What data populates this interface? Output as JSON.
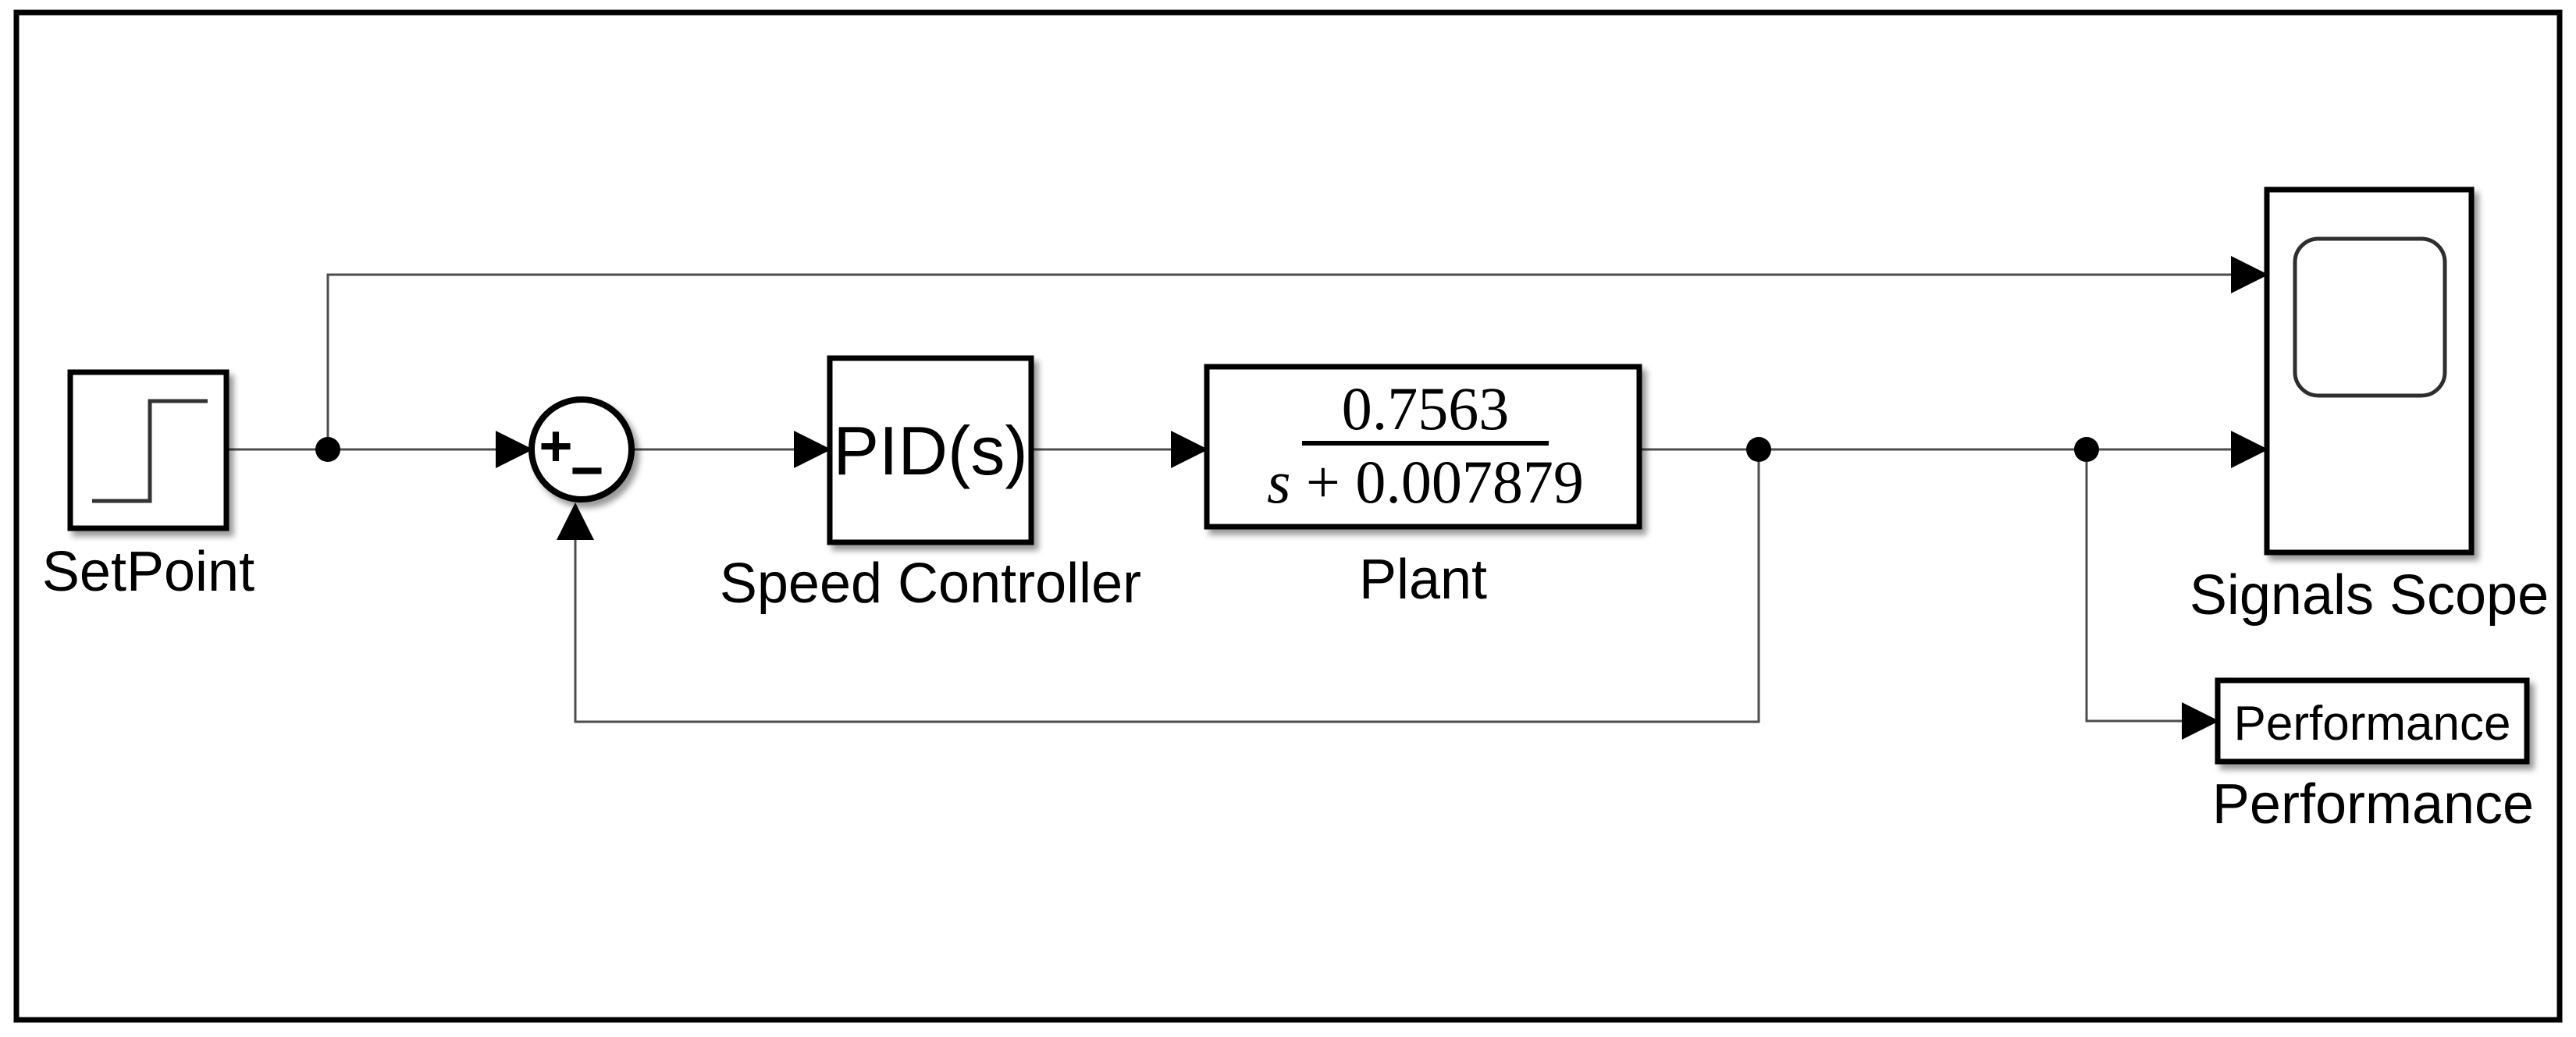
{
  "diagram": {
    "colors": {
      "background": "#ffffff",
      "frame": "#000000",
      "wire": "#4d4d4d",
      "block_border": "#000000",
      "block_fill": "#ffffff"
    },
    "blocks": {
      "setpoint": {
        "label": "SetPoint",
        "icon": "step-signal"
      },
      "sum": {
        "sign_plus": "+",
        "sign_minus": "−"
      },
      "controller": {
        "text": "PID(s)",
        "label": "Speed Controller"
      },
      "plant": {
        "numerator": "0.7563",
        "denominator_var": "s",
        "denominator_rest": " + 0.007879",
        "label": "Plant"
      },
      "scope": {
        "label": "Signals Scope",
        "icon": "scope-screen"
      },
      "performance": {
        "text": "Performance",
        "label": "Performance"
      }
    }
  }
}
